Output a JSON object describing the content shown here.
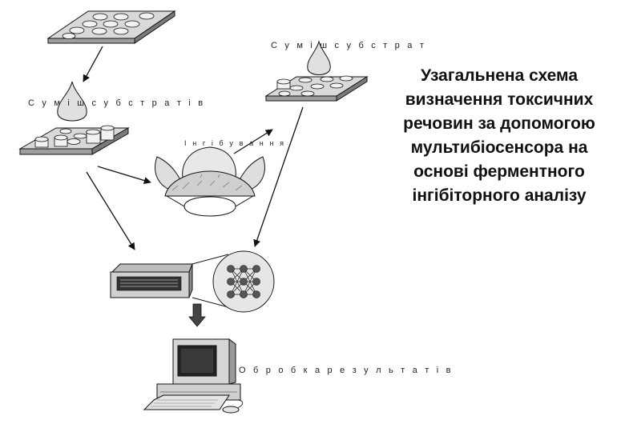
{
  "labels": {
    "substrate_mix_top": "С у м і ш   с у б с т р а т",
    "substrate_mix_left": "С у м і ш   с у б с т р а т і в",
    "inhibition": "І н г і б у в а н н я",
    "processing": "О б р о б к а   р е з у л ь т а т і в"
  },
  "summary": "Узагальнена схема визначення токсичних речовин за допомогою мультибіосенсора на основі ферментного інгібіторного аналізу",
  "colors": {
    "line": "#111111",
    "plate": "#d9d9d9",
    "disc": "#f2f2f2",
    "drop": "#e0e0e0",
    "node": "#555555"
  }
}
